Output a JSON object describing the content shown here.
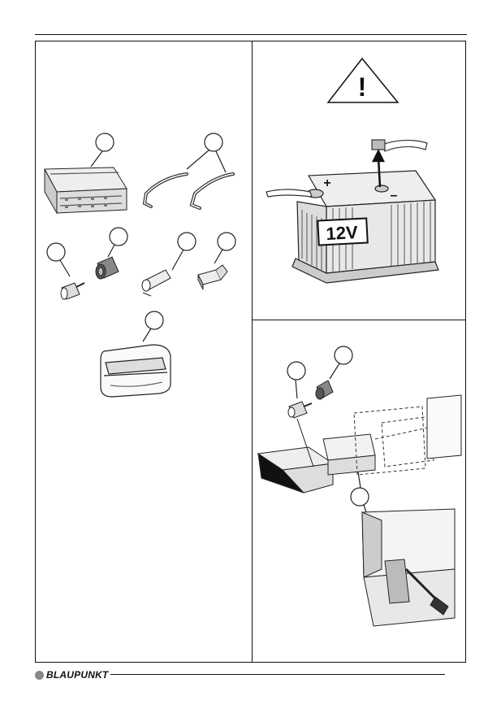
{
  "brand": {
    "logo_text": "BLAUPUNKT"
  },
  "panels": {
    "accessories": {
      "parts": [
        {
          "name": "mounting-frame"
        },
        {
          "name": "removal-keys"
        },
        {
          "name": "support-bolt"
        },
        {
          "name": "rubber-cap"
        },
        {
          "name": "hook-bolt"
        },
        {
          "name": "retaining-clip"
        },
        {
          "name": "storage-case"
        }
      ]
    },
    "battery": {
      "warning_symbol": "!",
      "voltage_label": "12V",
      "plus_label": "+",
      "minus_label": "–"
    },
    "installation": {
      "diagram": "radio-installation-exploded-view"
    }
  }
}
